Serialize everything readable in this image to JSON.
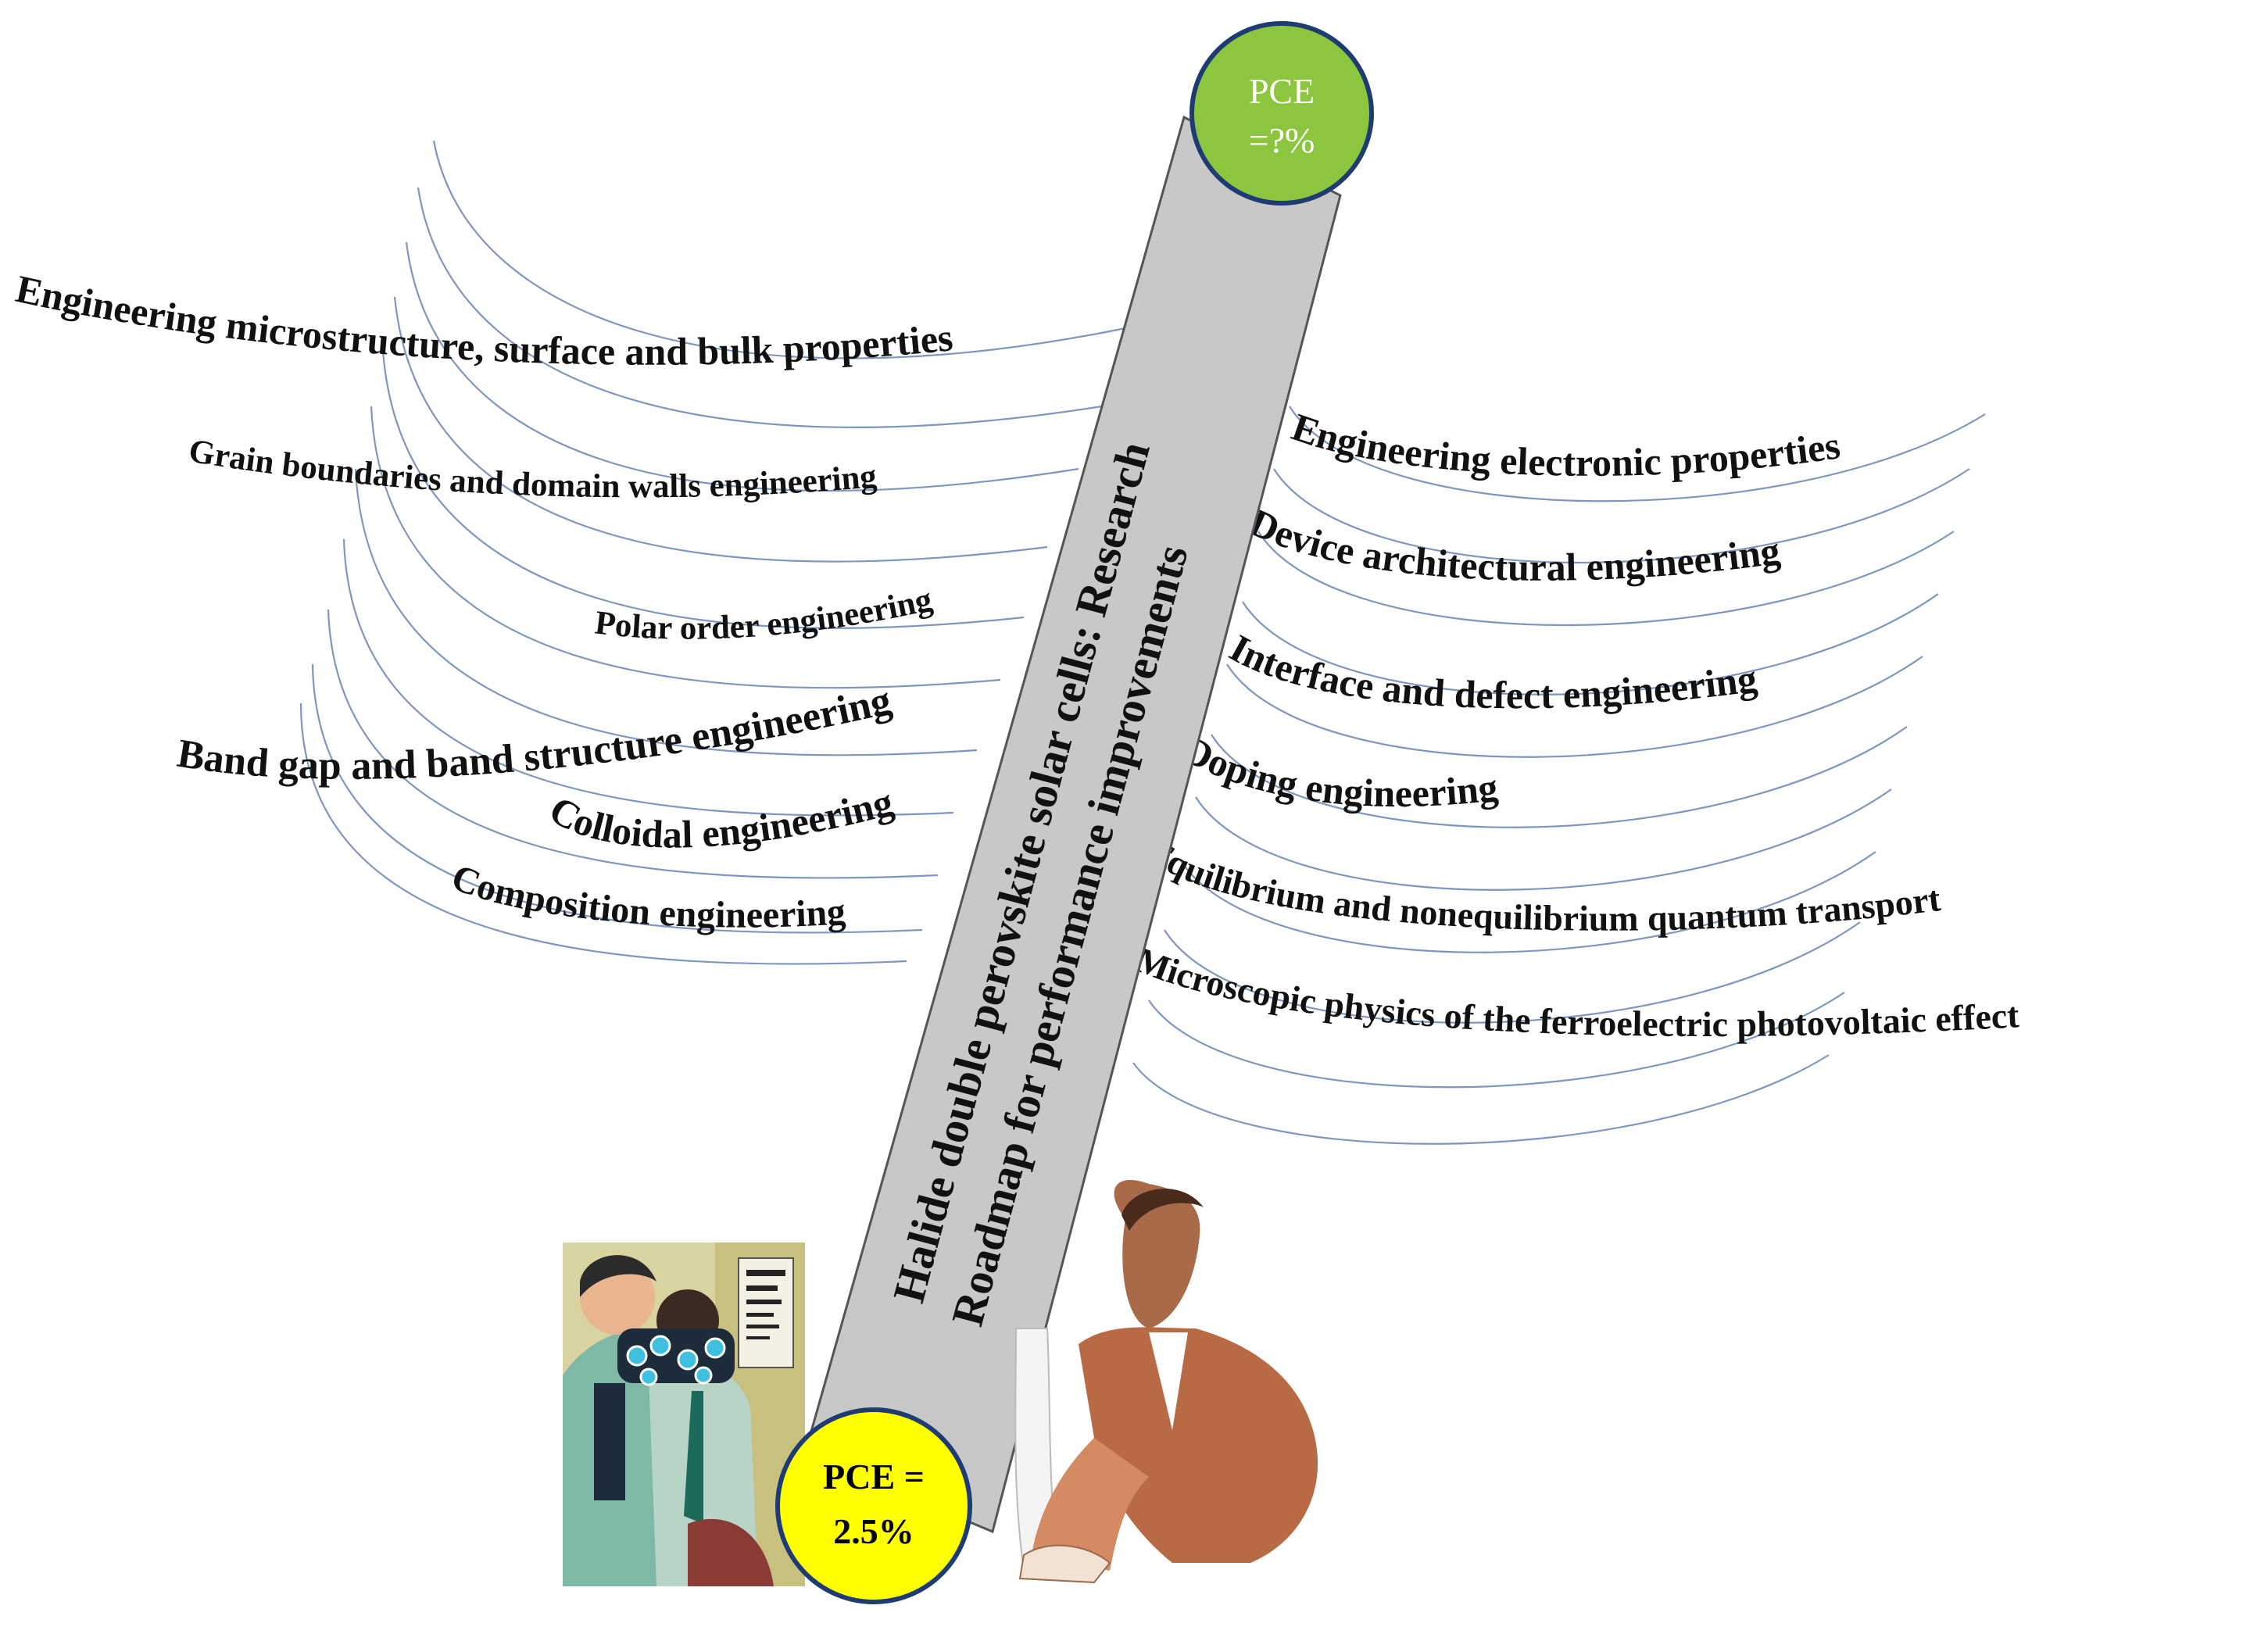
{
  "spine": {
    "title_line1": "Halide double perovskite solar cells: Research",
    "title_line2": "Roadmap for performance improvements",
    "fill_color": "#c8c8c8"
  },
  "top_circle": {
    "line1": "PCE",
    "line2": "=?%",
    "fill_color": "#8cc63f",
    "text_color": "#ffffff"
  },
  "bottom_circle": {
    "line1": "PCE =",
    "line2": "2.5%",
    "fill_color": "#ffff00",
    "text_color": "#000000"
  },
  "left_branches": [
    "Engineering microstructure, surface and bulk properties",
    "Grain boundaries and domain walls engineering",
    "Polar order engineering",
    "Band gap and band structure engineering",
    "Colloidal engineering",
    "Composition engineering"
  ],
  "right_branches": [
    "Engineering electronic properties",
    "Device architectural engineering",
    "Interface and defect engineering",
    "Doping engineering",
    "Equilibrium and nonequilibrium quantum transport",
    "Microscopic physics of the ferroelectric photovoltaic effect"
  ],
  "colors": {
    "curve_stroke": "#7f96bf",
    "circle_border": "#1f3b73"
  }
}
